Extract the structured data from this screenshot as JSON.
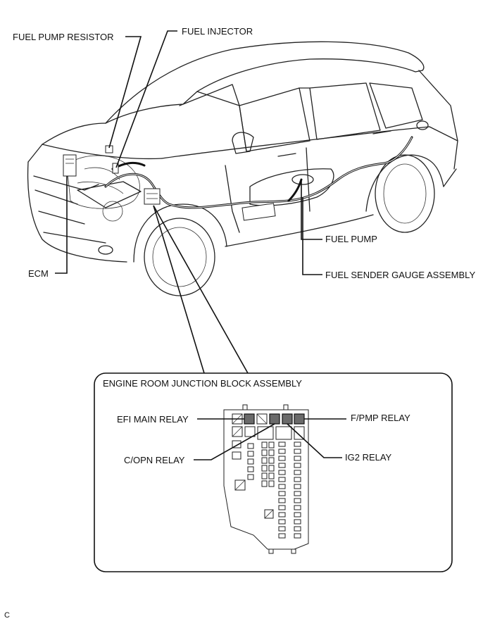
{
  "labels": {
    "fuel_pump_resistor": "FUEL PUMP RESISTOR",
    "fuel_injector": "FUEL INJECTOR",
    "ecm": "ECM",
    "fuel_pump": "FUEL PUMP",
    "fuel_sender_gauge_assembly": "FUEL SENDER GAUGE ASSEMBLY",
    "engine_room_junction_block": "ENGINE ROOM JUNCTION BLOCK ASSEMBLY",
    "efi_main_relay": "EFI MAIN RELAY",
    "f_pmp_relay": "F/PMP RELAY",
    "c_opn_relay": "C/OPN RELAY",
    "ig2_relay": "IG2 RELAY"
  },
  "footer_code": "C",
  "colors": {
    "line": "#111111",
    "highlighted_relay": "#6a6a6a",
    "background": "#ffffff"
  }
}
